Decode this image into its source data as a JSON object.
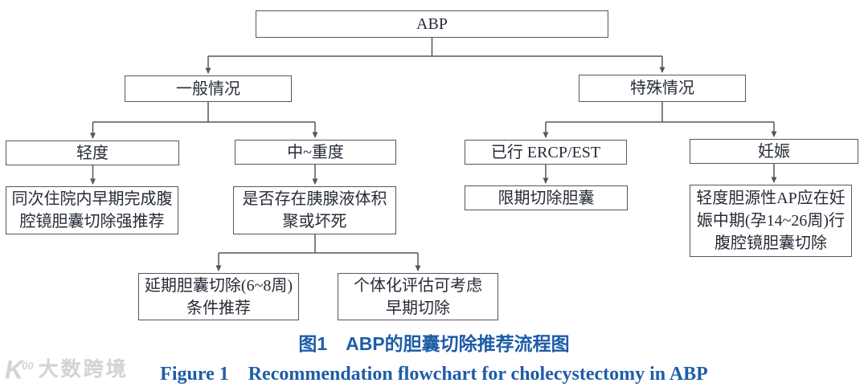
{
  "flowchart": {
    "nodes": {
      "abp": {
        "label": "ABP"
      },
      "general": {
        "label": "一般情况"
      },
      "special": {
        "label": "特殊情况"
      },
      "mild": {
        "label": "轻度"
      },
      "moderate": {
        "label": "中~重度"
      },
      "post_ercp": {
        "label": "已行 ERCP/EST"
      },
      "pregnancy": {
        "label": "妊娠"
      },
      "mild_rec": {
        "lines": [
          "同次住院内早期完成腹",
          "腔镜胆囊切除强推荐"
        ]
      },
      "fluid_question": {
        "lines": [
          "是否存在胰腺液体积",
          "聚或坏死"
        ]
      },
      "limited_removal": {
        "label": "限期切除胆囊"
      },
      "pregnancy_rec": {
        "lines": [
          "轻度胆源性AP应在妊",
          "娠中期(孕14~26周)行",
          "腹腔镜胆囊切除"
        ]
      },
      "delayed": {
        "lines": [
          "延期胆囊切除(6~8周)",
          "条件推荐"
        ]
      },
      "individualized": {
        "lines": [
          "个体化评估可考虑",
          "早期切除"
        ]
      }
    }
  },
  "caption": {
    "zh": "图1　ABP的胆囊切除推荐流程图",
    "en": "Figure 1　Recommendation flowchart for cholecystectomy in ABP"
  },
  "watermark": {
    "icon_letter": "K",
    "icon_sup": "00",
    "text": "大数跨境"
  },
  "colors": {
    "line": "#55575a",
    "caption_blue": "#1e5ca8",
    "node_text": "#262b36",
    "watermark_gray": "#d4d4d4"
  }
}
